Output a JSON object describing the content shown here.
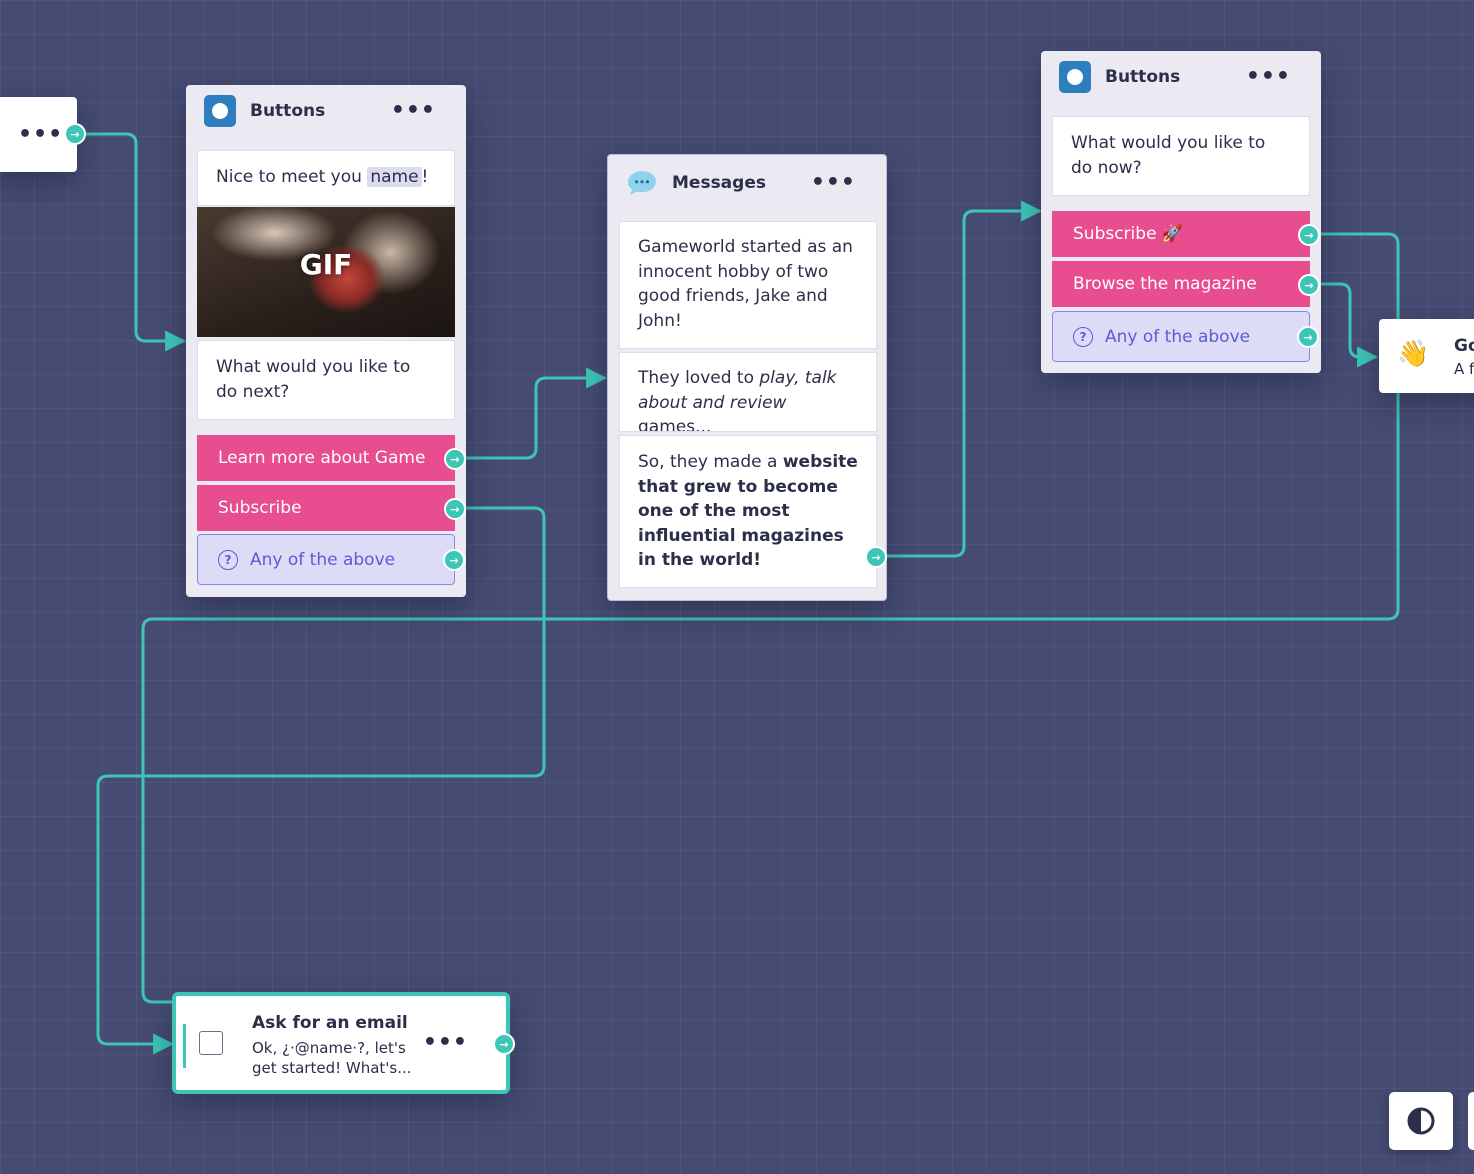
{
  "left_stub": {
    "menu": "•••"
  },
  "buttons_node_1": {
    "title": "Buttons",
    "menu": "•••",
    "greeting_prefix": "Nice to meet you",
    "greeting_variable": "name",
    "greeting_suffix": "!",
    "gif_label": "GIF",
    "question": "What would you like to do next?",
    "buttons": [
      "Learn more about Game",
      "Subscribe",
      "Any of the above"
    ]
  },
  "messages_node": {
    "title": "Messages",
    "menu": "•••",
    "message_1": "Gameworld started as an innocent hobby of two good friends, Jake and John!",
    "message_2": {
      "prefix": "They loved to ",
      "italic": "play, talk about and review",
      "suffix": " games..."
    },
    "message_3": {
      "prefix": "So, they made a ",
      "bold": "website that grew to become one of the most influential magazines in the world!"
    }
  },
  "buttons_node_2": {
    "title": "Buttons",
    "menu": "•••",
    "question": "What would you like to do now?",
    "buttons": [
      "Subscribe 🚀",
      "Browse the magazine",
      "Any of the above"
    ]
  },
  "right_partial_node": {
    "emoji": "👋",
    "title": "Go",
    "subtitle": "A f"
  },
  "email_node": {
    "title": "Ask for an email",
    "preview": "Ok, ¿·@name·?, let's get started! What's...",
    "menu": "•••"
  },
  "colors": {
    "canvas": "#454b72",
    "connector": "#3dc6b6",
    "button_pink": "#e74d8f",
    "any_button_bg": "#dcdcf7",
    "any_button_text": "#5c5bd6",
    "node_icon": "#2e7dbe"
  },
  "icons": {
    "node_icon": "square-rounded-icon",
    "messages_icon": "speech-bubble-icon",
    "question_icon": "question-circle-icon",
    "port_icon": "arrow-right-icon",
    "email_icon": "checkbox-icon",
    "contrast_icon": "contrast-icon"
  }
}
